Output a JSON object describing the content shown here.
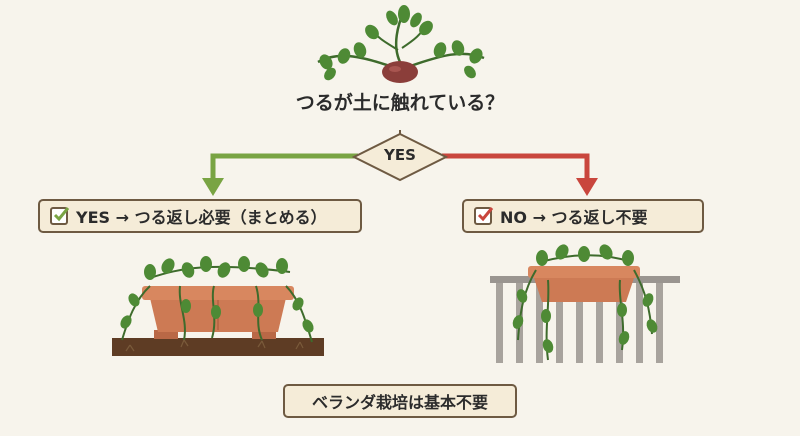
{
  "question": "つるが土に触れている？",
  "decision_label": "YES",
  "branches": {
    "yes": {
      "label": "YES → つる返し必要（まとめる）",
      "color": "#79a443"
    },
    "no": {
      "label": "NO → つる返し不要",
      "color": "#c9463d"
    }
  },
  "note": "ベランダ栽培は基本不要"
}
